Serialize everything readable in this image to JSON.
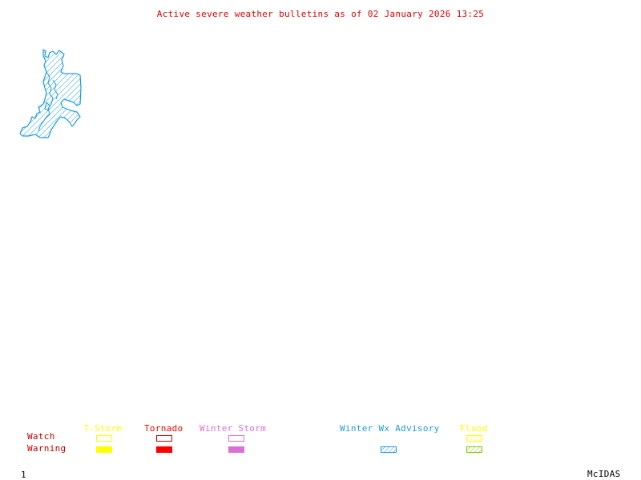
{
  "title": "Active severe weather bulletins as of 02 January 2026 13:25",
  "colors": {
    "title": "#e00000",
    "row_labels": "#c00000",
    "tstorm": "#ffff00",
    "tornado": "#ff0000",
    "winter_storm": "#da70d6",
    "winter_wx_advisory": "#1e9be0",
    "flood_watch": "#ffff00",
    "flood_warning": "#7ccd00",
    "footer": "#000000"
  },
  "map": {
    "region_label": "winter-wx-advisory-area",
    "region_category": "Winter Wx Advisory"
  },
  "legend": {
    "row_labels": [
      "Watch",
      "Warning"
    ],
    "categories": [
      {
        "label": "T-Storm",
        "watch": "outline",
        "warning": "solid"
      },
      {
        "label": "Tornado",
        "watch": "outline",
        "warning": "solid"
      },
      {
        "label": "Winter Storm",
        "watch": "outline",
        "warning": "solid"
      },
      {
        "label": "Winter Wx Advisory",
        "watch": "none",
        "warning": "hatched"
      },
      {
        "label": "Flood",
        "watch": "hatched",
        "warning": "hatched"
      }
    ]
  },
  "footer": {
    "frame_number": "1",
    "brand": "McIDAS"
  }
}
